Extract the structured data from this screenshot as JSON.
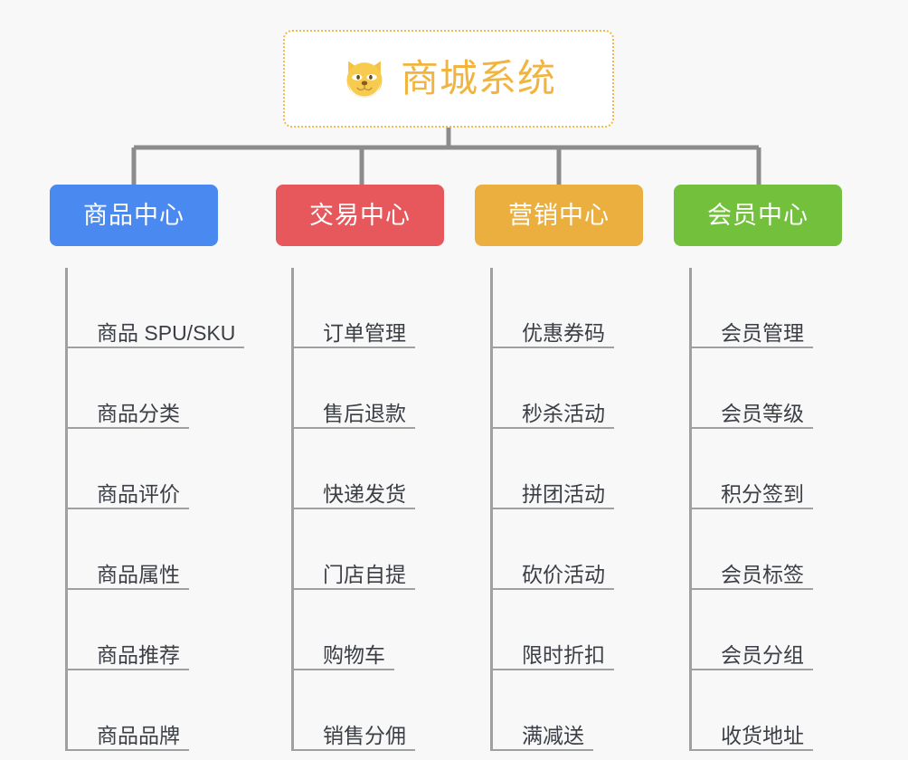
{
  "page": {
    "background_color": "#f8f8f8",
    "diagram_type": "organization-tree"
  },
  "root": {
    "title": "商城系统",
    "icon": "dog-face-emoji",
    "text_color": "#f0b43f",
    "border_color": "#f0b94a"
  },
  "connector": {
    "color": "#8c8c8c"
  },
  "columns": [
    {
      "id": "product-center",
      "header": "商品中心",
      "color": "#4a89f0",
      "items": [
        "商品 SPU/SKU",
        "商品分类",
        "商品评价",
        "商品属性",
        "商品推荐",
        "商品品牌"
      ]
    },
    {
      "id": "trade-center",
      "header": "交易中心",
      "color": "#e7585c",
      "items": [
        "订单管理",
        "售后退款",
        "快递发货",
        "门店自提",
        "购物车",
        "销售分佣"
      ]
    },
    {
      "id": "marketing-center",
      "header": "营销中心",
      "color": "#eaaf3f",
      "items": [
        "优惠券码",
        "秒杀活动",
        "拼团活动",
        "砍价活动",
        "限时折扣",
        "满减送"
      ]
    },
    {
      "id": "member-center",
      "header": "会员中心",
      "color": "#72c03c",
      "items": [
        "会员管理",
        "会员等级",
        "积分签到",
        "会员标签",
        "会员分组",
        "收货地址"
      ]
    }
  ]
}
